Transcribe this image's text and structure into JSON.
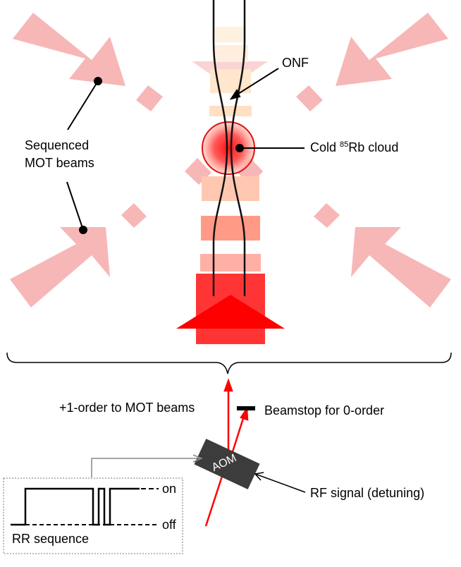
{
  "labels": {
    "onf": "ONF",
    "cloud_prefix": "Cold ",
    "cloud_sup": "85",
    "cloud_suffix": "Rb cloud",
    "mot_line1": "Sequenced",
    "mot_line2": "MOT beams",
    "plus_one_order": "+1-order to MOT beams",
    "beamstop": "Beamstop for 0-order",
    "aom": "AOM",
    "rf_signal": "RF signal (detuning)",
    "on": "on",
    "off": "off",
    "rr_sequence": "RR sequence"
  },
  "colors": {
    "mot_beam": "#f7b7b7",
    "beam_red": "#ff0000",
    "cloud_ring": "#e01010",
    "fiber": "#111111",
    "aom_box": "#3c3c3c",
    "gray_line": "#888888"
  }
}
